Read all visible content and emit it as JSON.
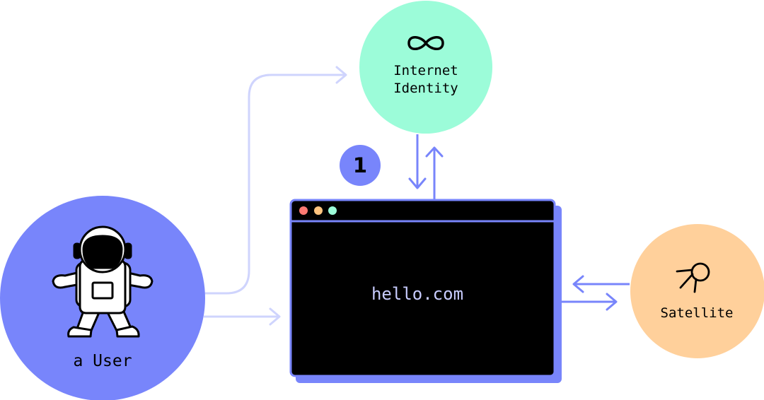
{
  "nodes": {
    "internet_identity": {
      "label": "Internet\nIdentity",
      "color": "#9cfcd9",
      "icon": "infinity-icon"
    },
    "user": {
      "label": "a User",
      "color": "#7885fb",
      "icon": "astronaut-icon"
    },
    "satellite": {
      "label": "Satellite",
      "color": "#ffd09b",
      "icon": "satellite-icon"
    }
  },
  "browser": {
    "domain": "hello.com",
    "background": "#000000",
    "frame_color": "#7885fb",
    "dots": [
      "#fe7a73",
      "#ffc47f",
      "#9cfcd9"
    ]
  },
  "step_badge": {
    "label": "1",
    "color": "#7885fb"
  },
  "edges": [
    {
      "from": "user",
      "to": "internet_identity",
      "color": "#cfd4fd"
    },
    {
      "from": "user",
      "to": "browser",
      "color": "#cfd4fd"
    },
    {
      "from": "browser",
      "to": "internet_identity",
      "color": "#7885fb"
    },
    {
      "from": "internet_identity",
      "to": "browser",
      "color": "#7885fb"
    },
    {
      "from": "browser",
      "to": "satellite",
      "color": "#7885fb"
    },
    {
      "from": "satellite",
      "to": "browser",
      "color": "#7885fb"
    }
  ]
}
